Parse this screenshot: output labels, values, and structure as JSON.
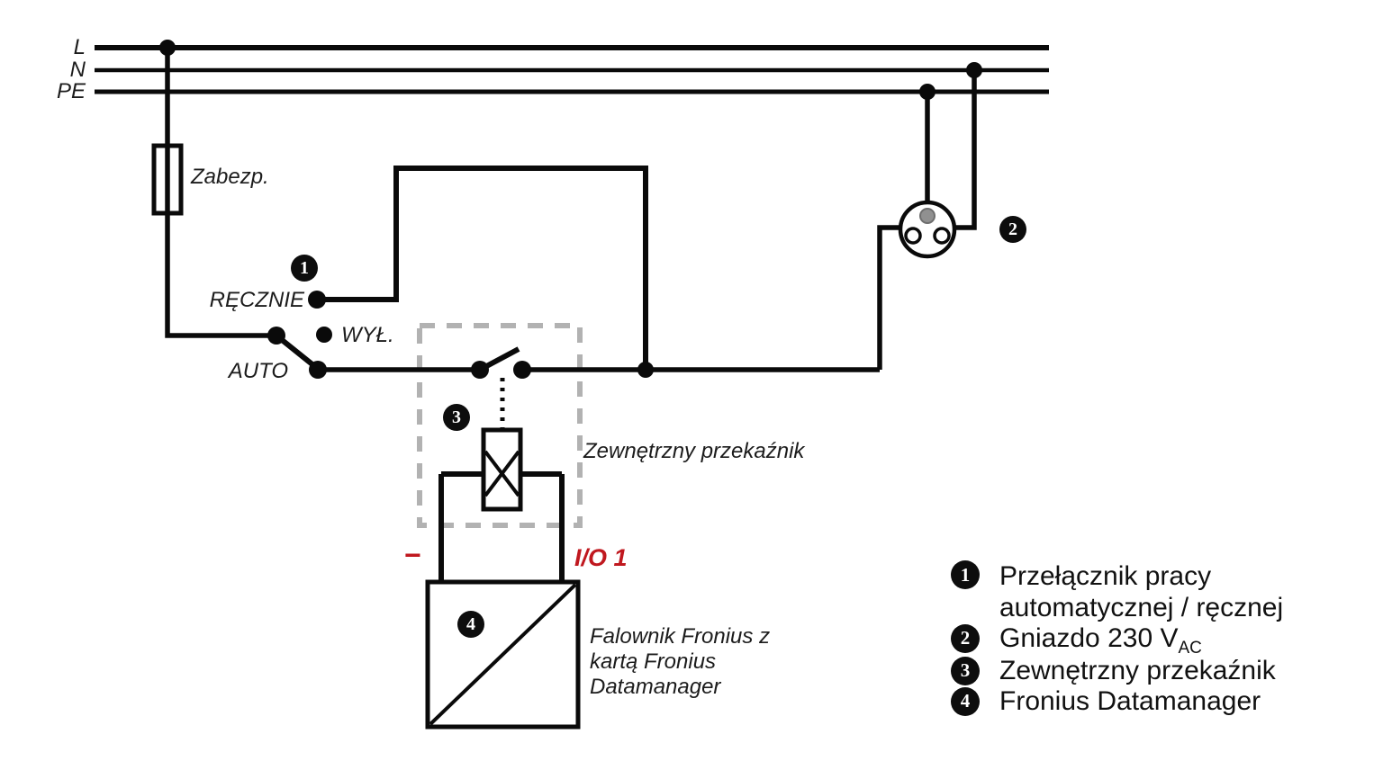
{
  "colors": {
    "wire": "#0a0a0a",
    "dashed_box": "#b2b2b2",
    "accent_red": "#c0181f",
    "socket_pin_gray": "#909090",
    "background": "#ffffff"
  },
  "bus": {
    "l": "L",
    "n": "N",
    "pe": "PE"
  },
  "components": {
    "fuse_label": "Zabezp.",
    "switch_manual": "RĘCZNIE",
    "switch_off": "WYŁ.",
    "switch_auto": "AUTO",
    "relay_caption": "Zewnętrzny przekaźnik",
    "io_minus": "−",
    "io_port": "I/O 1",
    "inverter_caption_line1": "Falownik Fronius z",
    "inverter_caption_line2": "kartą Fronius",
    "inverter_caption_line3": "Datamanager"
  },
  "markers": {
    "m1": "1",
    "m2": "2",
    "m3": "3",
    "m4": "4"
  },
  "legend": {
    "items": [
      {
        "num": "1",
        "text": "Przełącznik pracy automatycznej / ręcznej"
      },
      {
        "num": "2",
        "text": "Gniazdo 230 V",
        "text_sub": "AC"
      },
      {
        "num": "3",
        "text": "Zewnętrzny przekaźnik"
      },
      {
        "num": "4",
        "text": "Fronius Datamanager"
      }
    ]
  }
}
